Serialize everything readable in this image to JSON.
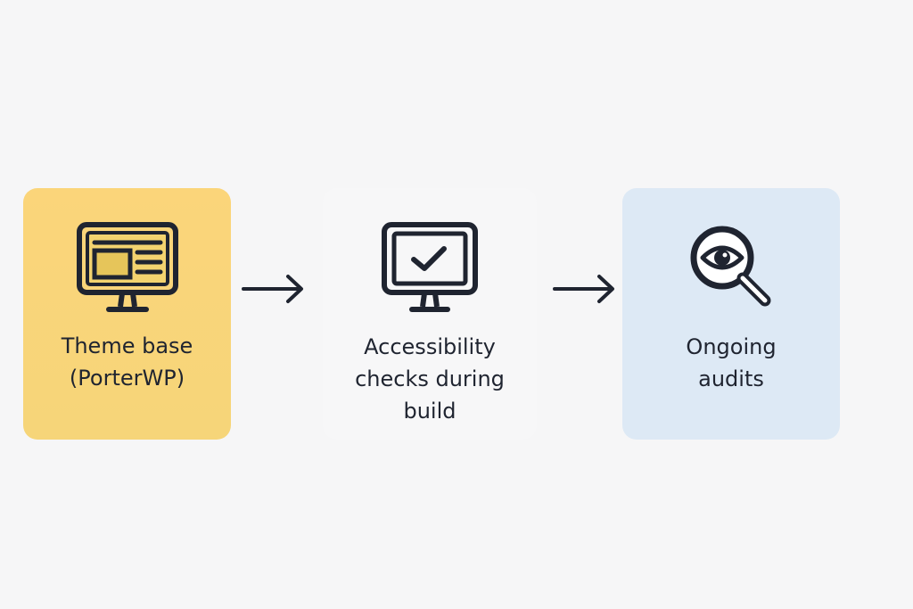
{
  "colors": {
    "background": "#f6f6f7",
    "step1_fill": "#fbd57a",
    "step2_fill": "#f7f7f8",
    "step3_fill": "#dde9f5",
    "stroke": "#1f2430"
  },
  "steps": [
    {
      "icon": "monitor-layout-icon",
      "lines": [
        "Theme base",
        "(PorterWP)"
      ]
    },
    {
      "icon": "monitor-checkmark-icon",
      "lines": [
        "Accessibility",
        "checks during",
        "build"
      ]
    },
    {
      "icon": "magnifier-eye-icon",
      "lines": [
        "Ongoing",
        "audits"
      ]
    }
  ],
  "connectors": [
    {
      "icon": "arrow-right-icon"
    },
    {
      "icon": "arrow-right-icon"
    }
  ]
}
